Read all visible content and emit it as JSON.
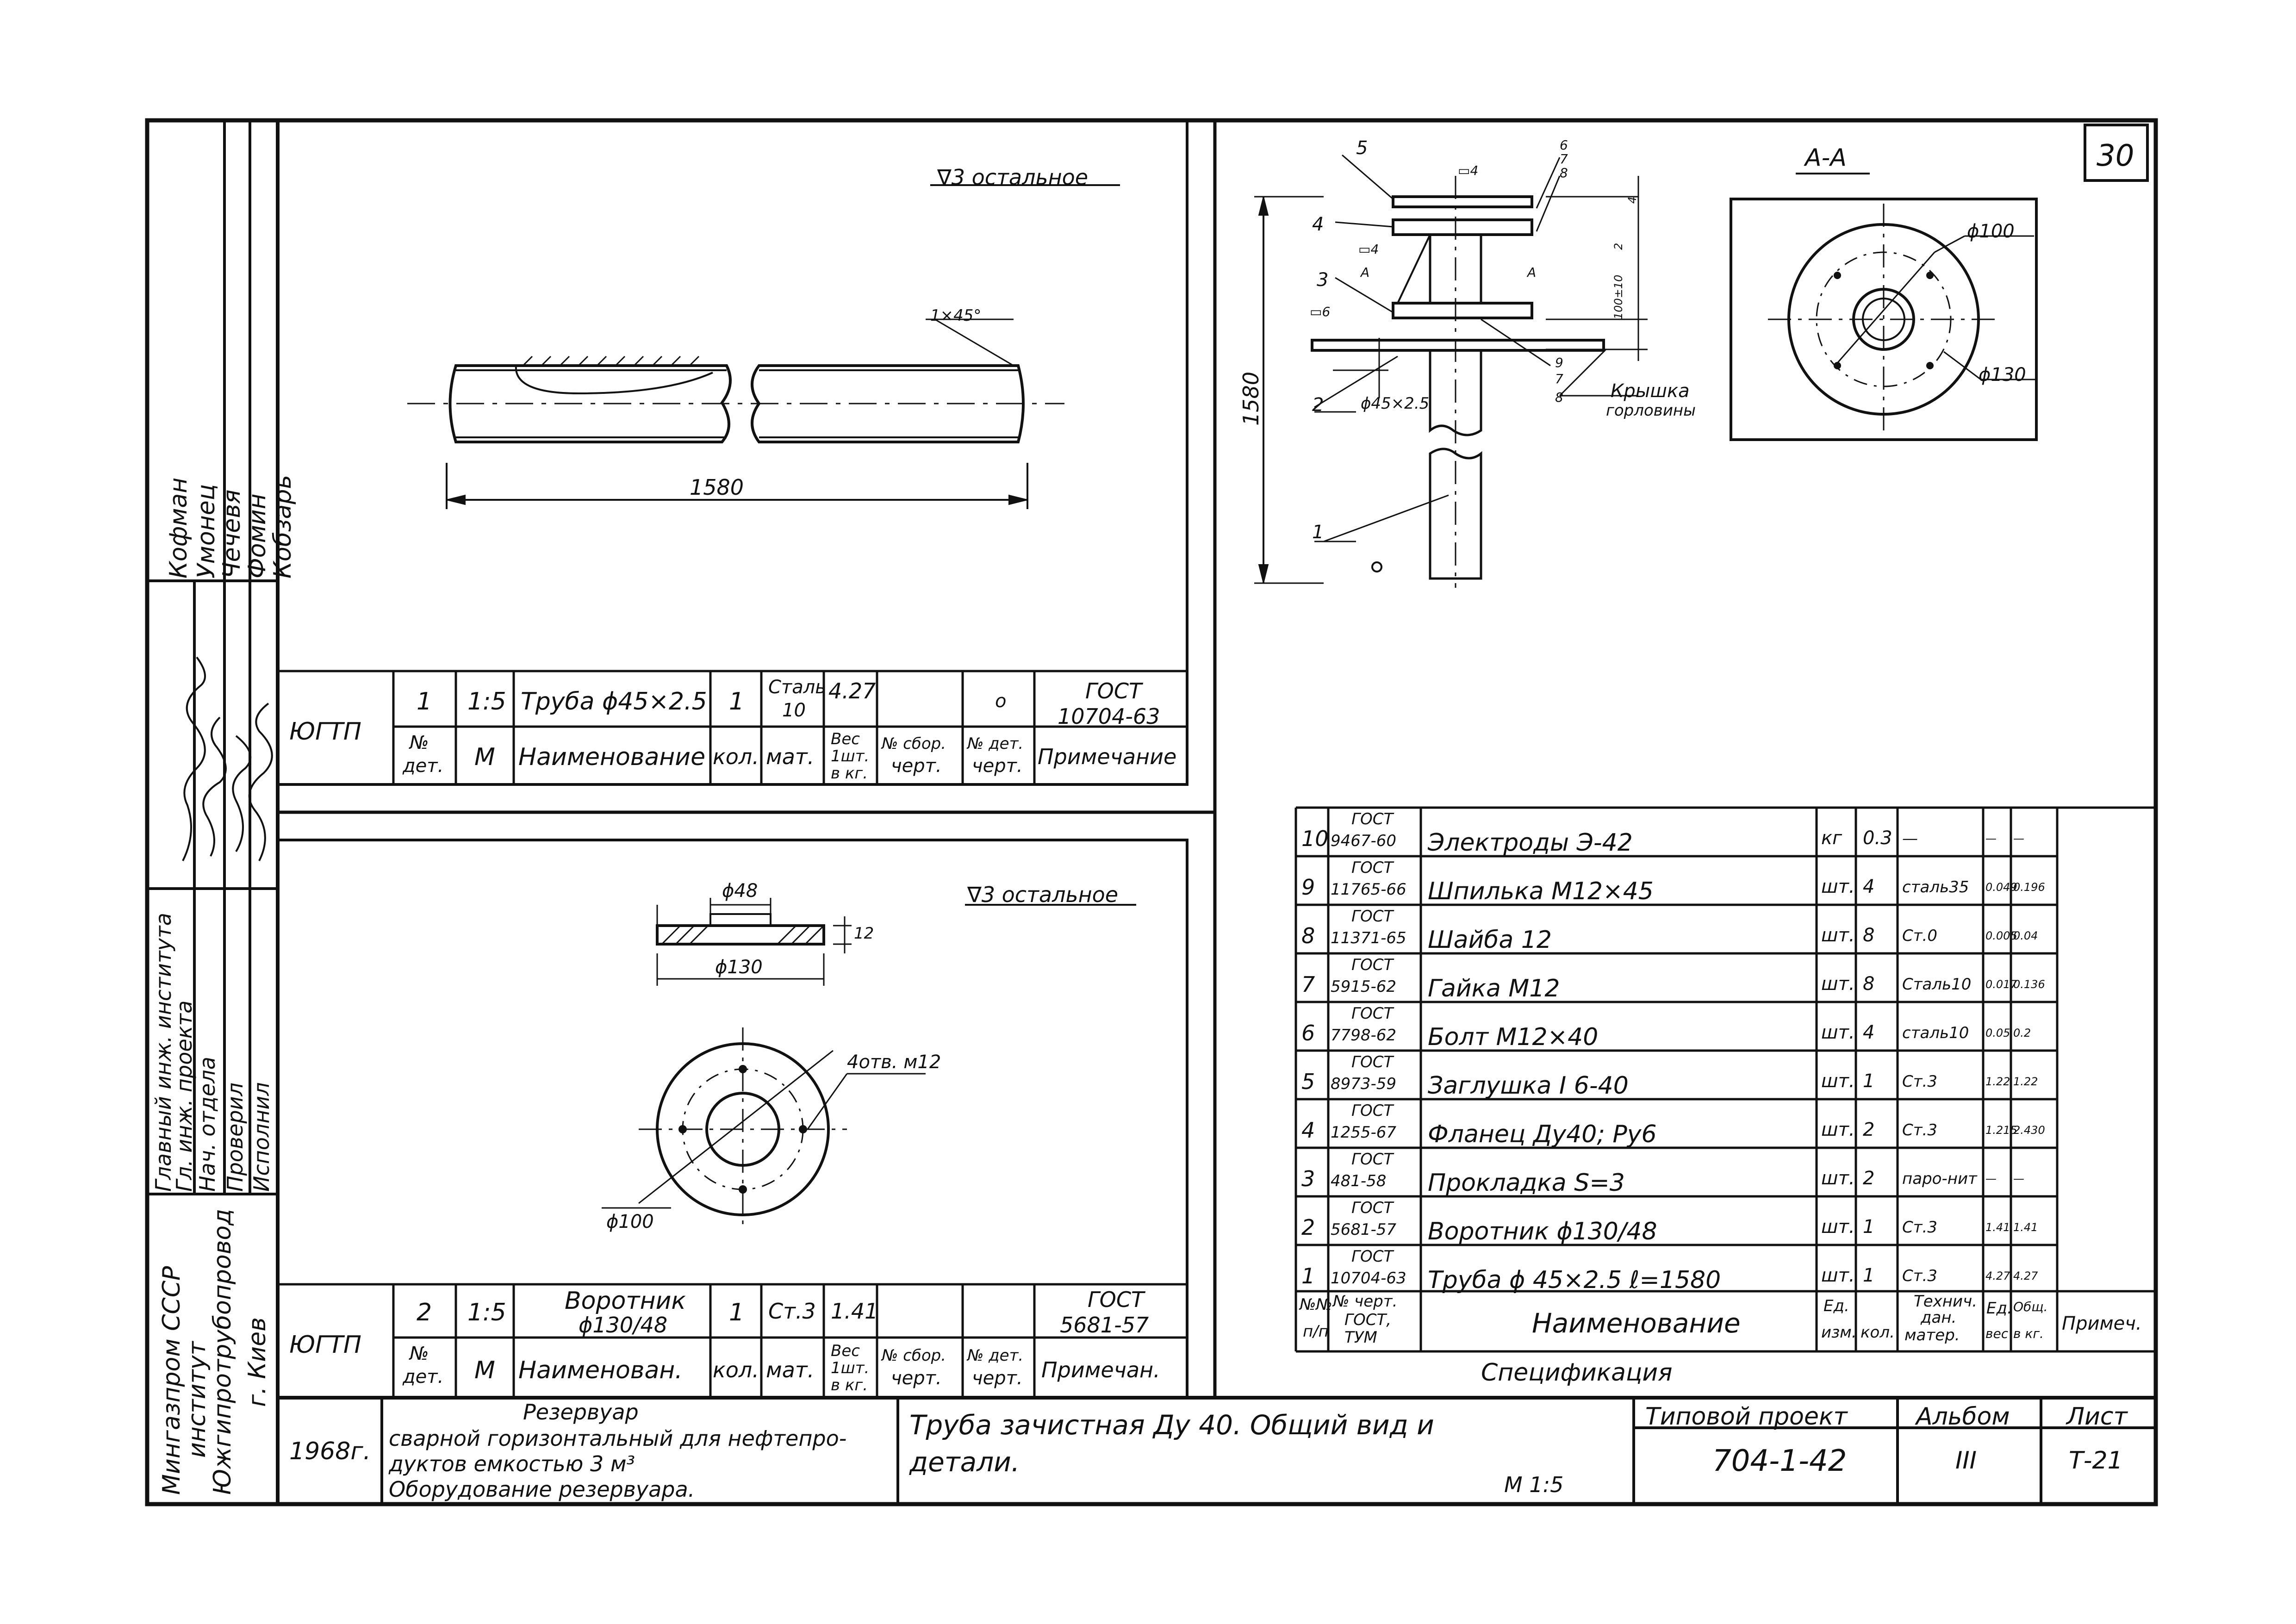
{
  "sheet": {
    "page_number": "30",
    "year": "1968г.",
    "title_left": [
      "Резервуар",
      "сварной горизонтальный для нефтепро-",
      "дуктов емкостью 3 м³",
      "Оборудование резервуара."
    ],
    "title_main": [
      "Труба зачистная Ду 40. Общий вид и",
      "детали."
    ],
    "scale": "М 1:5",
    "project_label": "Типовой проект",
    "project_number": "704-1-42",
    "album_label": "Альбом",
    "album_value": "III",
    "sheet_label": "Лист",
    "sheet_value": "Т-21"
  },
  "side_stamp": {
    "org": [
      "Мингазпром СССР",
      "институт",
      "Южгипротрубопровод",
      "г. Киев"
    ],
    "roles": [
      "Главный инж. института",
      "Гл. инж. проекта",
      "Нач. отдела",
      "Проверил",
      "Исполнил"
    ],
    "names": [
      "Кофман",
      "Умонец",
      "Чечевя",
      "Фомин",
      "Кобзарь"
    ]
  },
  "detail1": {
    "roughness": "∇3 остальное",
    "chamfer": "1×45°",
    "length": "1580",
    "table": {
      "org": "ЮГТП",
      "num": "1",
      "scale": "1:5",
      "name": "Труба ϕ45×2.5",
      "qty": "1",
      "mat_top": "Сталь",
      "mat_bottom": "10",
      "weight": "4.27",
      "dash": "о",
      "note_top": "ГОСТ",
      "note_bottom": "10704-63",
      "headers": {
        "num": [
          "№",
          "дет."
        ],
        "scale": "М",
        "name": "Наименование",
        "qty": "кол.",
        "mat": "мат.",
        "weight": [
          "Вес",
          "1шт.",
          "в кг."
        ],
        "asm": [
          "№ сбор.",
          "черт."
        ],
        "det": [
          "№ дет.",
          "черт."
        ],
        "note": "Примечание"
      }
    }
  },
  "detail2": {
    "roughness": "∇3 остальное",
    "inner_dia": "ϕ48",
    "outer_dia": "ϕ130",
    "thickness": "12",
    "holes": "4отв. м12",
    "pcd": "ϕ100",
    "table": {
      "org": "ЮГТП",
      "num": "2",
      "scale": "1:5",
      "name_top": "Воротник",
      "name_bottom": "ϕ130/48",
      "qty": "1",
      "mat": "Ст.3",
      "weight": "1.41",
      "note_top": "ГОСТ",
      "note_bottom": "5681-57",
      "headers": {
        "num": [
          "№",
          "дет."
        ],
        "scale": "М",
        "name": "Наименован.",
        "qty": "кол.",
        "mat": "мат.",
        "weight": [
          "Вес",
          "1шт.",
          "в кг."
        ],
        "asm": [
          "№ сбор.",
          "черт."
        ],
        "det": [
          "№ дет.",
          "черт."
        ],
        "note": "Примечан."
      }
    }
  },
  "assembly": {
    "callouts": [
      "5",
      "4",
      "3",
      "2",
      "1",
      "6",
      "7",
      "8",
      "9",
      "7",
      "8"
    ],
    "weld_marks": [
      "▭4",
      "▭4",
      "▭6"
    ],
    "section_mark": "А",
    "pipe_label": "ϕ45×2.5",
    "height": "1580",
    "right_dims": [
      "4",
      "2",
      "100±10"
    ],
    "lid_label": [
      "Крышка",
      "горловины"
    ],
    "section_title": "А-А",
    "sec_dia_inner": "ϕ100",
    "sec_dia_outer": "ϕ130"
  },
  "spec": {
    "title": "Спецификация",
    "rows": [
      {
        "n": "10",
        "gost": [
          "ГОСТ",
          "9467-60"
        ],
        "name": "Электроды Э-42",
        "unit": "кг",
        "qty": "0.3",
        "mat": "—",
        "w1": "—",
        "w2": "—"
      },
      {
        "n": "9",
        "gost": [
          "ГОСТ",
          "11765-66"
        ],
        "name": "Шпилька М12×45",
        "unit": "шт.",
        "qty": "4",
        "mat": "сталь35",
        "w1": "0.049",
        "w2": "0.196"
      },
      {
        "n": "8",
        "gost": [
          "ГОСТ",
          "11371-65"
        ],
        "name": "Шайба 12",
        "unit": "шт.",
        "qty": "8",
        "mat": "Ст.0",
        "w1": "0.005",
        "w2": "0.04"
      },
      {
        "n": "7",
        "gost": [
          "ГОСТ",
          "5915-62"
        ],
        "name": "Гайка М12",
        "unit": "шт.",
        "qty": "8",
        "mat": "Сталь10",
        "w1": "0.017",
        "w2": "0.136"
      },
      {
        "n": "6",
        "gost": [
          "ГОСТ",
          "7798-62"
        ],
        "name": "Болт М12×40",
        "unit": "шт.",
        "qty": "4",
        "mat": "сталь10",
        "w1": "0.05",
        "w2": "0.2"
      },
      {
        "n": "5",
        "gost": [
          "ГОСТ",
          "8973-59"
        ],
        "name": "Заглушка I 6-40",
        "unit": "шт.",
        "qty": "1",
        "mat": "Ст.3",
        "w1": "1.22",
        "w2": "1.22"
      },
      {
        "n": "4",
        "gost": [
          "ГОСТ",
          "1255-67"
        ],
        "name": "Фланец Ду40; Ру6",
        "unit": "шт.",
        "qty": "2",
        "mat": "Ст.3",
        "w1": "1.215",
        "w2": "2.430"
      },
      {
        "n": "3",
        "gost": [
          "ГОСТ",
          "481-58"
        ],
        "name": "Прокладка S=3",
        "unit": "шт.",
        "qty": "2",
        "mat": "паро-нит",
        "w1": "—",
        "w2": "—"
      },
      {
        "n": "2",
        "gost": [
          "ГОСТ",
          "5681-57"
        ],
        "name": "Воротник ϕ130/48",
        "unit": "шт.",
        "qty": "1",
        "mat": "Ст.3",
        "w1": "1.41",
        "w2": "1.41"
      },
      {
        "n": "1",
        "gost": [
          "ГОСТ",
          "10704-63"
        ],
        "name": "Труба ϕ 45×2.5 ℓ=1580",
        "unit": "шт.",
        "qty": "1",
        "mat": "Ст.3",
        "w1": "4.27",
        "w2": "4.27"
      }
    ],
    "headers": {
      "n": [
        "№№",
        "п/п"
      ],
      "gost": [
        "№ черт.",
        "ГОСТ,",
        "ТУМ"
      ],
      "name": "Наименование",
      "unit": [
        "Ед.",
        "изм."
      ],
      "qty": "кол.",
      "mat": [
        "Технич.",
        "дан.",
        "матер."
      ],
      "w1": [
        "Ед.",
        "вес"
      ],
      "w2": [
        "Общ.",
        "в кг."
      ],
      "note": "Примеч."
    }
  }
}
